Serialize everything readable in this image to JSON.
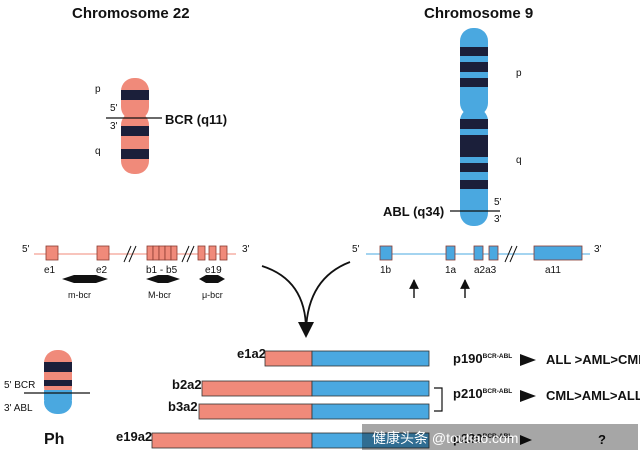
{
  "colors": {
    "bcr": "#F08A7A",
    "abl": "#4AA8E0",
    "band": "#1B1F3A",
    "line": "#111111"
  },
  "chr22": {
    "title": "Chromosome 22",
    "p": "p",
    "q": "q",
    "five_prime": "5'",
    "three_prime": "3'",
    "bcr_label": "BCR (q11)"
  },
  "chr9": {
    "title": "Chromosome 9",
    "p": "p",
    "q": "q",
    "five_prime": "5'",
    "three_prime": "3'",
    "abl_label": "ABL (q34)"
  },
  "bcr_gene": {
    "five_prime": "5'",
    "three_prime": "3'",
    "exons": [
      "e1",
      "e2",
      "b1 - b5",
      "e19"
    ],
    "regions": [
      "m-bcr",
      "M-bcr",
      "μ-bcr"
    ]
  },
  "abl_gene": {
    "five_prime": "5'",
    "three_prime": "3'",
    "exons": [
      "1b",
      "1a",
      "a2a3",
      "a11"
    ]
  },
  "ph": {
    "label": "Ph",
    "bcr_end": "5' BCR",
    "abl_end": "3' ABL"
  },
  "fusions": [
    {
      "name": "e1a2"
    },
    {
      "name": "b2a2"
    },
    {
      "name": "b3a2"
    },
    {
      "name": "e19a2"
    }
  ],
  "proteins": [
    {
      "base": "p190",
      "sup": "BCR-ABL",
      "disease": "ALL >AML>CML"
    },
    {
      "base": "p210",
      "sup": "BCR-ABL",
      "disease": "CML>AML>ALL"
    },
    {
      "base": "p230",
      "sup": "BCR-ABL",
      "disease": "?"
    }
  ],
  "watermark": "健康头条 @toutiao.com"
}
